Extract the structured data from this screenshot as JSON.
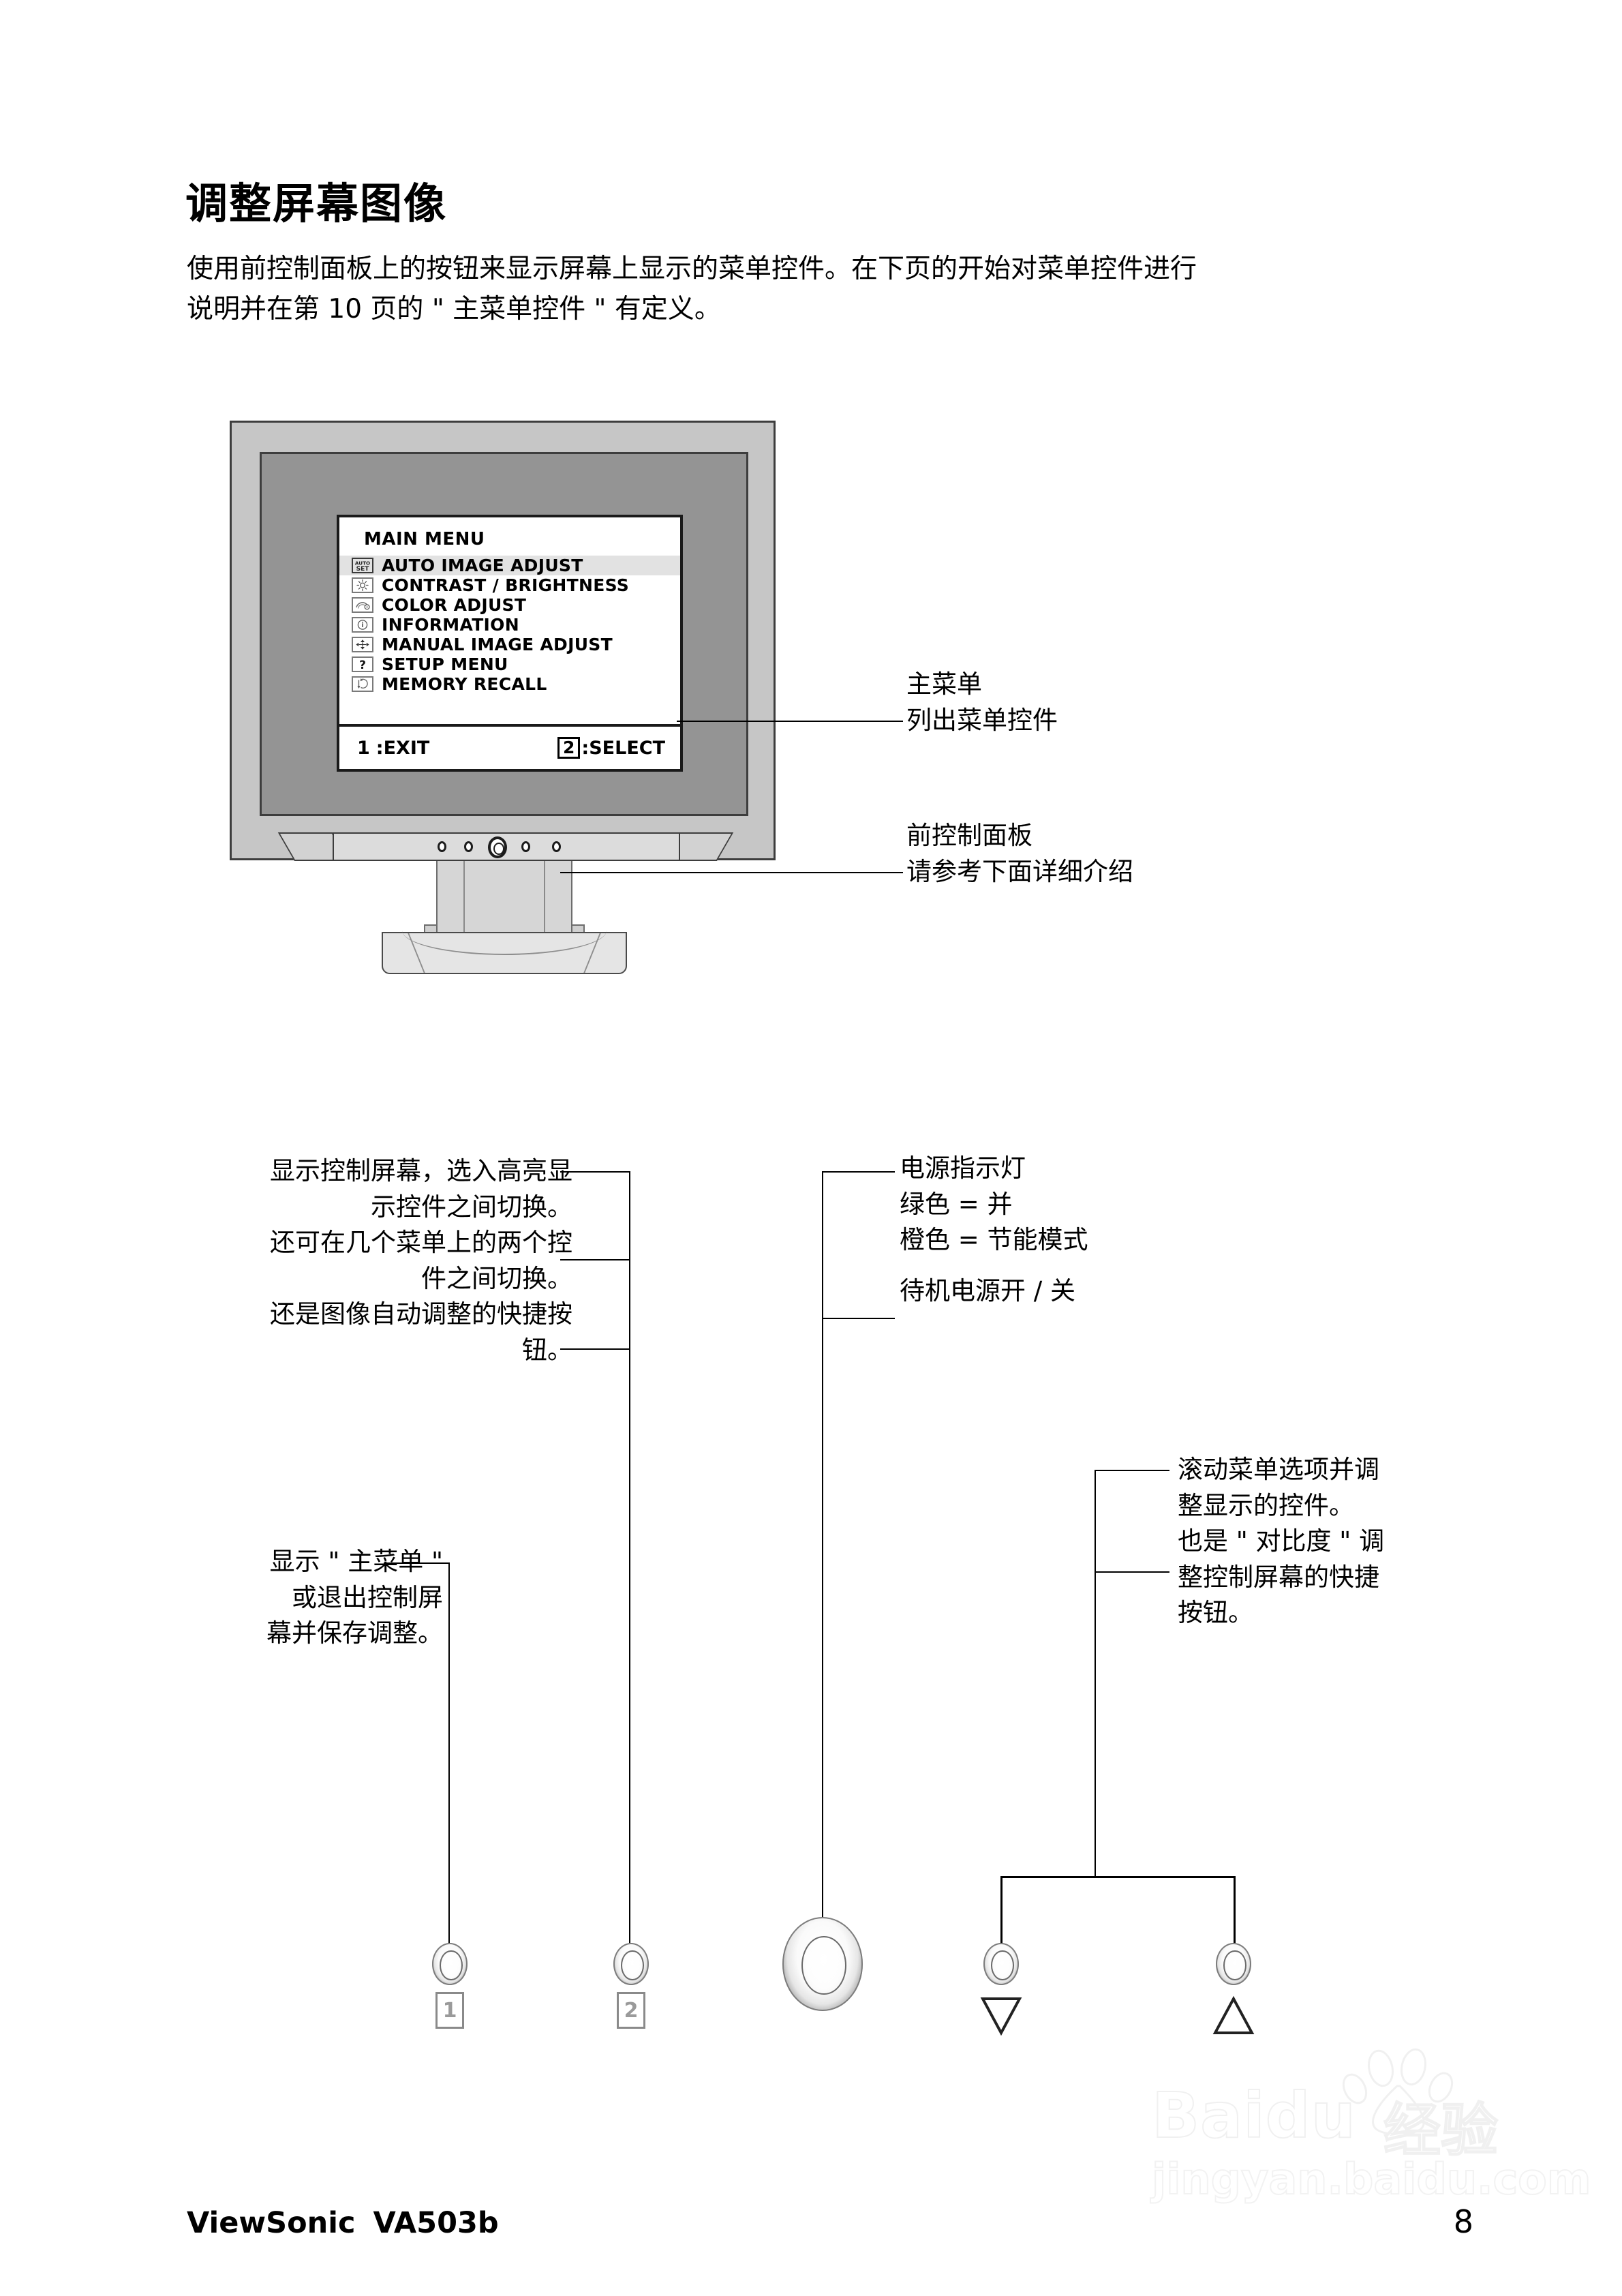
{
  "document": {
    "title": "调整屏幕图像",
    "intro_lines": [
      "使用前控制面板上的按钮来显示屏幕上显示的菜单控件。在下页的开始对菜单控件进行",
      "说明并在第 10 页的 \" 主菜单控件 \" 有定义。"
    ]
  },
  "osd": {
    "title": "MAIN MENU",
    "items": [
      {
        "icon": "auto-set-icon",
        "label": "AUTO IMAGE ADJUST",
        "selected": true
      },
      {
        "icon": "contrast-brightness-icon",
        "label": "CONTRAST / BRIGHTNESS",
        "selected": false
      },
      {
        "icon": "color-adjust-icon",
        "label": "COLOR ADJUST",
        "selected": false
      },
      {
        "icon": "information-icon",
        "label": "INFORMATION",
        "selected": false
      },
      {
        "icon": "manual-image-adjust-icon",
        "label": "MANUAL IMAGE ADJUST",
        "selected": false
      },
      {
        "icon": "question-mark-icon",
        "label": "SETUP MENU",
        "selected": false
      },
      {
        "icon": "memory-recall-icon",
        "label": "MEMORY RECALL",
        "selected": false
      }
    ],
    "footer": {
      "exit_key": "1",
      "exit_label": ":EXIT",
      "select_key": "2",
      "select_label": ":SELECT"
    }
  },
  "callouts": {
    "main_menu": {
      "heading": "主菜单",
      "body": "列出菜单控件"
    },
    "front_panel": {
      "heading": "前控制面板",
      "body": "请参考下面详细介绍"
    },
    "button1": {
      "para1_l1": "显示控制屏幕，选入高亮显",
      "para1_l2": "示控件之间切换。",
      "para2_l1": "还可在几个菜单上的两个控",
      "para2_l2": "件之间切换。",
      "para3_l1": "还是图像自动调整的快捷按",
      "para3_l2": "钮。"
    },
    "button2": {
      "l1": "显示 \" 主菜单 \"",
      "l2": "或退出控制屏",
      "l3": "幕并保存调整。"
    },
    "power": {
      "l1": "电源指示灯",
      "l2": "绿色 = 并",
      "l3": "橙色 = 节能模式",
      "l4": "待机电源开 / 关"
    },
    "arrows": {
      "p1_l1": "滚动菜单选项并调",
      "p1_l2": "整显示的控件。",
      "p2_l1": "也是 \" 对比度 \" 调",
      "p2_l2": "整控制屏幕的快捷",
      "p2_l3": "按钮。"
    }
  },
  "buttons": {
    "btn1_label": "1",
    "btn2_label": "2",
    "power_label": "power-button",
    "down_label": "▽",
    "up_label": "△"
  },
  "watermark": {
    "brand": "Baidu",
    "cn": "经验",
    "url": "jingyan.baidu.com"
  },
  "footer": {
    "brand": "ViewSonic",
    "model": "VA503b",
    "page": "8"
  }
}
